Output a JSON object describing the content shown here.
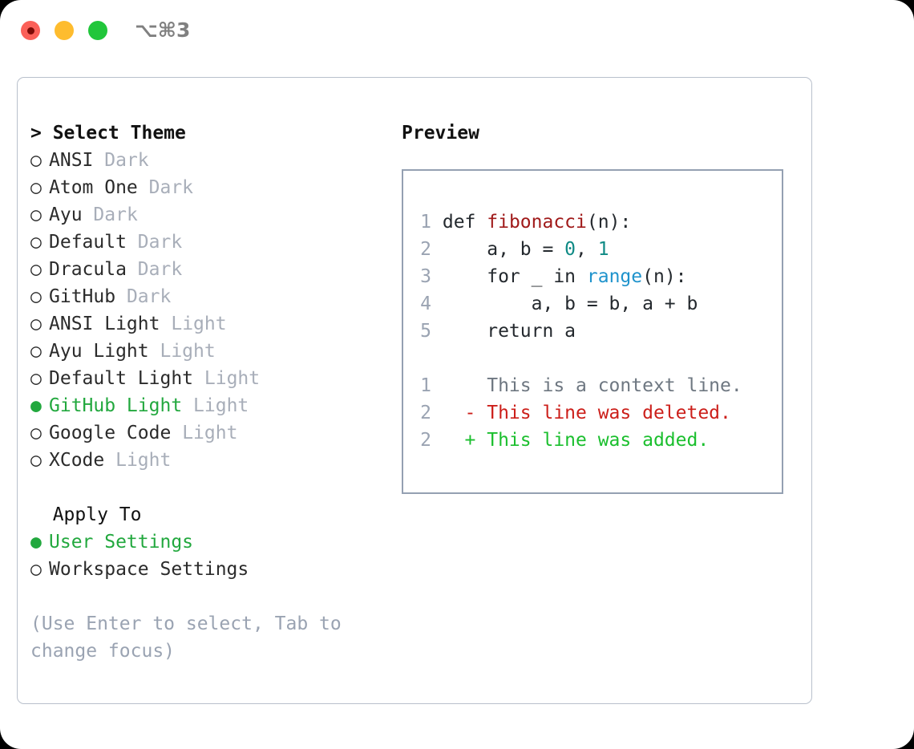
{
  "titlebar": {
    "shortcut": "⌥⌘3",
    "buttons": [
      "close",
      "minimize",
      "zoom"
    ]
  },
  "theme_panel": {
    "header": "> Select Theme",
    "header_prefix": ">",
    "header_text": "Select Theme",
    "items": [
      {
        "marker": "○",
        "selected": false,
        "name": "ANSI",
        "tag": "Dark"
      },
      {
        "marker": "○",
        "selected": false,
        "name": "Atom One",
        "tag": "Dark"
      },
      {
        "marker": "○",
        "selected": false,
        "name": "Ayu",
        "tag": "Dark"
      },
      {
        "marker": "○",
        "selected": false,
        "name": "Default",
        "tag": "Dark"
      },
      {
        "marker": "○",
        "selected": false,
        "name": "Dracula",
        "tag": "Dark"
      },
      {
        "marker": "○",
        "selected": false,
        "name": "GitHub",
        "tag": "Dark"
      },
      {
        "marker": "○",
        "selected": false,
        "name": "ANSI Light",
        "tag": "Light"
      },
      {
        "marker": "○",
        "selected": false,
        "name": "Ayu Light",
        "tag": "Light"
      },
      {
        "marker": "○",
        "selected": false,
        "name": "Default Light",
        "tag": "Light"
      },
      {
        "marker": "●",
        "selected": true,
        "name": "GitHub Light",
        "tag": "Light"
      },
      {
        "marker": "○",
        "selected": false,
        "name": "Google Code",
        "tag": "Light"
      },
      {
        "marker": "○",
        "selected": false,
        "name": "XCode",
        "tag": "Light"
      }
    ]
  },
  "apply_to": {
    "label": "  Apply To",
    "options": [
      {
        "marker": "●",
        "selected": true,
        "name": "User Settings"
      },
      {
        "marker": "○",
        "selected": false,
        "name": "Workspace Settings"
      }
    ]
  },
  "hint": "(Use Enter to select, Tab to change focus)",
  "preview": {
    "header": "Preview",
    "code_lines": [
      {
        "n": "1",
        "tokens": [
          {
            "t": " def ",
            "c": "plain"
          },
          {
            "t": "fibonacci",
            "c": "fn"
          },
          {
            "t": "(n):",
            "c": "plain"
          }
        ]
      },
      {
        "n": "2",
        "tokens": [
          {
            "t": "     a, b = ",
            "c": "plain"
          },
          {
            "t": "0",
            "c": "num"
          },
          {
            "t": ", ",
            "c": "plain"
          },
          {
            "t": "1",
            "c": "num"
          }
        ]
      },
      {
        "n": "3",
        "tokens": [
          {
            "t": "     for _ in ",
            "c": "plain"
          },
          {
            "t": "range",
            "c": "builtin"
          },
          {
            "t": "(n):",
            "c": "plain"
          }
        ]
      },
      {
        "n": "4",
        "tokens": [
          {
            "t": "         a, b = b, a + b",
            "c": "plain"
          }
        ]
      },
      {
        "n": "5",
        "tokens": [
          {
            "t": "     return a",
            "c": "plain"
          }
        ]
      }
    ],
    "diff_lines": [
      {
        "n": "1",
        "marker": "  ",
        "text": " This is a context line.",
        "kind": "ctx"
      },
      {
        "n": "2",
        "marker": " -",
        "text": " This line was deleted.",
        "kind": "del"
      },
      {
        "n": "2",
        "marker": " +",
        "text": " This line was added.",
        "kind": "add"
      }
    ]
  },
  "colors": {
    "accent_green": "#22a83e",
    "tag_gray": "#a8aeb9",
    "hint_gray": "#9aa3b2",
    "panel_border": "#b9c0cc",
    "preview_border": "#94a0b2",
    "code_function": "#a01a1a",
    "code_number": "#0f8a85",
    "code_builtin": "#1f93cc",
    "diff_context": "#6e7781",
    "diff_deleted": "#cc1f1a",
    "diff_added": "#1bbf2e",
    "traffic_red": "#fb6058",
    "traffic_yellow": "#febc2e",
    "traffic_green": "#21c63b"
  }
}
